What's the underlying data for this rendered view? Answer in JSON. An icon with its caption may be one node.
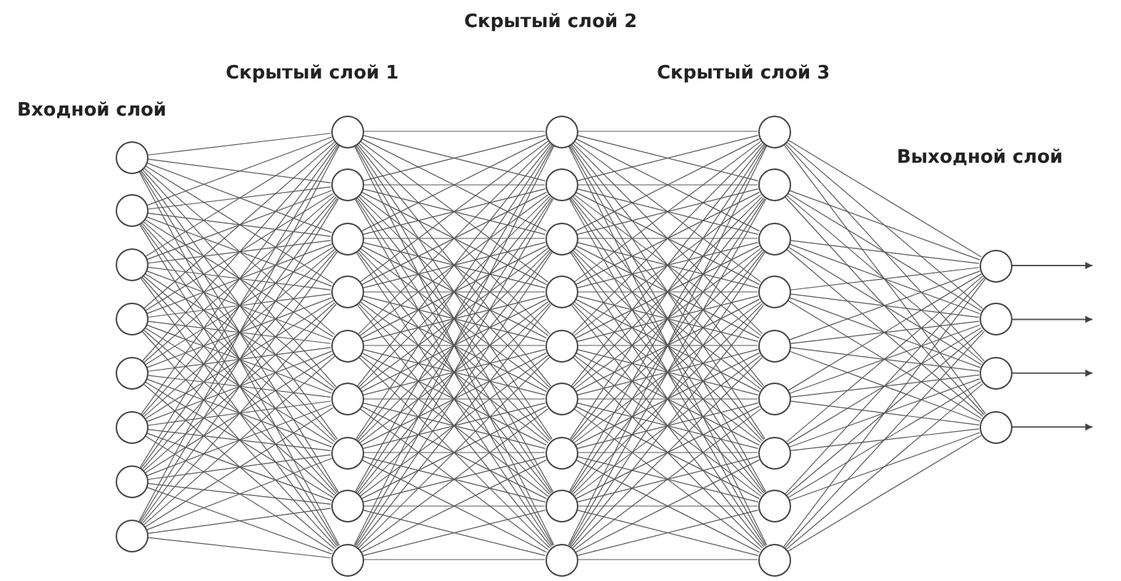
{
  "diagram": {
    "nodes": [
      {
        "text": [],
        "shape": "circle"
      },
      {
        "text": [],
        "shape": "circle"
      },
      {
        "text": [],
        "shape": "circle"
      },
      {
        "text": [],
        "shape": "circle"
      },
      {
        "text": [],
        "shape": "circle"
      },
      {
        "text": [],
        "shape": "circle"
      },
      {
        "text": [],
        "shape": "circle"
      },
      {
        "text": [],
        "shape": "circle"
      },
      {
        "text": [],
        "shape": "circle"
      },
      {
        "text": [],
        "shape": "circle"
      },
      {
        "text": [],
        "shape": "circle"
      },
      {
        "text": [],
        "shape": "circle"
      },
      {
        "text": [],
        "shape": "circle"
      },
      {
        "text": [],
        "shape": "circle"
      },
      {
        "text": [],
        "shape": "circle"
      },
      {
        "text": [],
        "shape": "circle"
      },
      {
        "text": [],
        "shape": "circle"
      },
      {
        "text": [],
        "shape": "circle"
      },
      {
        "text": [],
        "shape": "circle"
      },
      {
        "text": [],
        "shape": "circle"
      },
      {
        "text": [],
        "shape": "circle"
      },
      {
        "text": [],
        "shape": "circle"
      },
      {
        "text": [],
        "shape": "circle"
      },
      {
        "text": [],
        "shape": "circle"
      },
      {
        "text": [],
        "shape": "circle"
      },
      {
        "text": [],
        "shape": "circle"
      },
      {
        "text": [],
        "shape": "circle"
      },
      {
        "text": [],
        "shape": "circle"
      },
      {
        "text": [],
        "shape": "circle"
      },
      {
        "text": [],
        "shape": "circle"
      },
      {
        "text": [],
        "shape": "circle"
      },
      {
        "text": [],
        "shape": "circle"
      },
      {
        "text": [],
        "shape": "circle"
      },
      {
        "text": [],
        "shape": "circle"
      },
      {
        "text": [],
        "shape": "circle"
      },
      {
        "text": [],
        "shape": "circle"
      },
      {
        "text": [],
        "shape": "circle"
      },
      {
        "text": [],
        "shape": "circle"
      },
      {
        "text": [],
        "shape": "circle"
      }
    ],
    "edges": [
      {
        "from": 0,
        "to": 8,
        "arrow": "none"
      },
      {
        "from": 0,
        "to": 9,
        "arrow": "none"
      },
      {
        "from": 0,
        "to": 10,
        "arrow": "none"
      },
      {
        "from": 0,
        "to": 11,
        "arrow": "none"
      },
      {
        "from": 0,
        "to": 12,
        "arrow": "none"
      },
      {
        "from": 0,
        "to": 13,
        "arrow": "none"
      },
      {
        "from": 0,
        "to": 14,
        "arrow": "none"
      },
      {
        "from": 0,
        "to": 15,
        "arrow": "none"
      },
      {
        "from": 0,
        "to": 16,
        "arrow": "none"
      },
      {
        "from": 1,
        "to": 8,
        "arrow": "none"
      },
      {
        "from": 1,
        "to": 9,
        "arrow": "none"
      },
      {
        "from": 1,
        "to": 10,
        "arrow": "none"
      },
      {
        "from": 1,
        "to": 11,
        "arrow": "none"
      },
      {
        "from": 1,
        "to": 12,
        "arrow": "none"
      },
      {
        "from": 1,
        "to": 13,
        "arrow": "none"
      },
      {
        "from": 1,
        "to": 14,
        "arrow": "none"
      },
      {
        "from": 1,
        "to": 15,
        "arrow": "none"
      },
      {
        "from": 1,
        "to": 16,
        "arrow": "none"
      },
      {
        "from": 2,
        "to": 8,
        "arrow": "none"
      },
      {
        "from": 2,
        "to": 9,
        "arrow": "none"
      },
      {
        "from": 2,
        "to": 10,
        "arrow": "none"
      },
      {
        "from": 2,
        "to": 11,
        "arrow": "none"
      },
      {
        "from": 2,
        "to": 12,
        "arrow": "none"
      },
      {
        "from": 2,
        "to": 13,
        "arrow": "none"
      },
      {
        "from": 2,
        "to": 14,
        "arrow": "none"
      },
      {
        "from": 2,
        "to": 15,
        "arrow": "none"
      },
      {
        "from": 2,
        "to": 16,
        "arrow": "none"
      },
      {
        "from": 3,
        "to": 8,
        "arrow": "none"
      },
      {
        "from": 3,
        "to": 9,
        "arrow": "none"
      },
      {
        "from": 3,
        "to": 10,
        "arrow": "none"
      },
      {
        "from": 3,
        "to": 11,
        "arrow": "none"
      },
      {
        "from": 3,
        "to": 12,
        "arrow": "none"
      },
      {
        "from": 3,
        "to": 13,
        "arrow": "none"
      },
      {
        "from": 3,
        "to": 14,
        "arrow": "none"
      },
      {
        "from": 3,
        "to": 15,
        "arrow": "none"
      },
      {
        "from": 3,
        "to": 16,
        "arrow": "none"
      },
      {
        "from": 4,
        "to": 8,
        "arrow": "none"
      },
      {
        "from": 4,
        "to": 9,
        "arrow": "none"
      },
      {
        "from": 4,
        "to": 10,
        "arrow": "none"
      },
      {
        "from": 4,
        "to": 11,
        "arrow": "none"
      },
      {
        "from": 4,
        "to": 12,
        "arrow": "none"
      },
      {
        "from": 4,
        "to": 13,
        "arrow": "none"
      },
      {
        "from": 4,
        "to": 14,
        "arrow": "none"
      },
      {
        "from": 4,
        "to": 15,
        "arrow": "none"
      },
      {
        "from": 4,
        "to": 16,
        "arrow": "none"
      },
      {
        "from": 5,
        "to": 8,
        "arrow": "none"
      },
      {
        "from": 5,
        "to": 9,
        "arrow": "none"
      },
      {
        "from": 5,
        "to": 10,
        "arrow": "none"
      },
      {
        "from": 5,
        "to": 11,
        "arrow": "none"
      },
      {
        "from": 5,
        "to": 12,
        "arrow": "none"
      },
      {
        "from": 5,
        "to": 13,
        "arrow": "none"
      },
      {
        "from": 5,
        "to": 14,
        "arrow": "none"
      },
      {
        "from": 5,
        "to": 15,
        "arrow": "none"
      },
      {
        "from": 5,
        "to": 16,
        "arrow": "none"
      },
      {
        "from": 6,
        "to": 8,
        "arrow": "none"
      },
      {
        "from": 6,
        "to": 9,
        "arrow": "none"
      },
      {
        "from": 6,
        "to": 10,
        "arrow": "none"
      },
      {
        "from": 6,
        "to": 11,
        "arrow": "none"
      },
      {
        "from": 6,
        "to": 12,
        "arrow": "none"
      },
      {
        "from": 6,
        "to": 13,
        "arrow": "none"
      },
      {
        "from": 6,
        "to": 14,
        "arrow": "none"
      },
      {
        "from": 6,
        "to": 15,
        "arrow": "none"
      },
      {
        "from": 6,
        "to": 16,
        "arrow": "none"
      },
      {
        "from": 7,
        "to": 8,
        "arrow": "none"
      },
      {
        "from": 7,
        "to": 9,
        "arrow": "none"
      },
      {
        "from": 7,
        "to": 10,
        "arrow": "none"
      },
      {
        "from": 7,
        "to": 11,
        "arrow": "none"
      },
      {
        "from": 7,
        "to": 12,
        "arrow": "none"
      },
      {
        "from": 7,
        "to": 13,
        "arrow": "none"
      },
      {
        "from": 7,
        "to": 14,
        "arrow": "none"
      },
      {
        "from": 7,
        "to": 15,
        "arrow": "none"
      },
      {
        "from": 7,
        "to": 16,
        "arrow": "none"
      },
      {
        "from": 8,
        "to": 17,
        "arrow": "none"
      },
      {
        "from": 8,
        "to": 18,
        "arrow": "none"
      },
      {
        "from": 8,
        "to": 19,
        "arrow": "none"
      },
      {
        "from": 8,
        "to": 20,
        "arrow": "none"
      },
      {
        "from": 8,
        "to": 21,
        "arrow": "none"
      },
      {
        "from": 8,
        "to": 22,
        "arrow": "none"
      },
      {
        "from": 8,
        "to": 23,
        "arrow": "none"
      },
      {
        "from": 8,
        "to": 24,
        "arrow": "none"
      },
      {
        "from": 8,
        "to": 25,
        "arrow": "none"
      },
      {
        "from": 9,
        "to": 17,
        "arrow": "none"
      },
      {
        "from": 9,
        "to": 18,
        "arrow": "none"
      },
      {
        "from": 9,
        "to": 19,
        "arrow": "none"
      },
      {
        "from": 9,
        "to": 20,
        "arrow": "none"
      },
      {
        "from": 9,
        "to": 21,
        "arrow": "none"
      },
      {
        "from": 9,
        "to": 22,
        "arrow": "none"
      },
      {
        "from": 9,
        "to": 23,
        "arrow": "none"
      },
      {
        "from": 9,
        "to": 24,
        "arrow": "none"
      },
      {
        "from": 9,
        "to": 25,
        "arrow": "none"
      },
      {
        "from": 10,
        "to": 17,
        "arrow": "none"
      },
      {
        "from": 10,
        "to": 18,
        "arrow": "none"
      },
      {
        "from": 10,
        "to": 19,
        "arrow": "none"
      },
      {
        "from": 10,
        "to": 20,
        "arrow": "none"
      },
      {
        "from": 10,
        "to": 21,
        "arrow": "none"
      },
      {
        "from": 10,
        "to": 22,
        "arrow": "none"
      },
      {
        "from": 10,
        "to": 23,
        "arrow": "none"
      },
      {
        "from": 10,
        "to": 24,
        "arrow": "none"
      },
      {
        "from": 10,
        "to": 25,
        "arrow": "none"
      },
      {
        "from": 11,
        "to": 17,
        "arrow": "none"
      },
      {
        "from": 11,
        "to": 18,
        "arrow": "none"
      },
      {
        "from": 11,
        "to": 19,
        "arrow": "none"
      },
      {
        "from": 11,
        "to": 20,
        "arrow": "none"
      },
      {
        "from": 11,
        "to": 21,
        "arrow": "none"
      },
      {
        "from": 11,
        "to": 22,
        "arrow": "none"
      },
      {
        "from": 11,
        "to": 23,
        "arrow": "none"
      },
      {
        "from": 11,
        "to": 24,
        "arrow": "none"
      },
      {
        "from": 11,
        "to": 25,
        "arrow": "none"
      },
      {
        "from": 12,
        "to": 17,
        "arrow": "none"
      },
      {
        "from": 12,
        "to": 18,
        "arrow": "none"
      },
      {
        "from": 12,
        "to": 19,
        "arrow": "none"
      },
      {
        "from": 12,
        "to": 20,
        "arrow": "none"
      },
      {
        "from": 12,
        "to": 21,
        "arrow": "none"
      },
      {
        "from": 12,
        "to": 22,
        "arrow": "none"
      },
      {
        "from": 12,
        "to": 23,
        "arrow": "none"
      },
      {
        "from": 12,
        "to": 24,
        "arrow": "none"
      },
      {
        "from": 12,
        "to": 25,
        "arrow": "none"
      },
      {
        "from": 13,
        "to": 17,
        "arrow": "none"
      },
      {
        "from": 13,
        "to": 18,
        "arrow": "none"
      },
      {
        "from": 13,
        "to": 19,
        "arrow": "none"
      },
      {
        "from": 13,
        "to": 20,
        "arrow": "none"
      },
      {
        "from": 13,
        "to": 21,
        "arrow": "none"
      },
      {
        "from": 13,
        "to": 22,
        "arrow": "none"
      },
      {
        "from": 13,
        "to": 23,
        "arrow": "none"
      },
      {
        "from": 13,
        "to": 24,
        "arrow": "none"
      },
      {
        "from": 13,
        "to": 25,
        "arrow": "none"
      },
      {
        "from": 14,
        "to": 17,
        "arrow": "none"
      },
      {
        "from": 14,
        "to": 18,
        "arrow": "none"
      },
      {
        "from": 14,
        "to": 19,
        "arrow": "none"
      },
      {
        "from": 14,
        "to": 20,
        "arrow": "none"
      },
      {
        "from": 14,
        "to": 21,
        "arrow": "none"
      },
      {
        "from": 14,
        "to": 22,
        "arrow": "none"
      },
      {
        "from": 14,
        "to": 23,
        "arrow": "none"
      },
      {
        "from": 14,
        "to": 24,
        "arrow": "none"
      },
      {
        "from": 14,
        "to": 25,
        "arrow": "none"
      },
      {
        "from": 15,
        "to": 17,
        "arrow": "none"
      },
      {
        "from": 15,
        "to": 18,
        "arrow": "none"
      },
      {
        "from": 15,
        "to": 19,
        "arrow": "none"
      },
      {
        "from": 15,
        "to": 20,
        "arrow": "none"
      },
      {
        "from": 15,
        "to": 21,
        "arrow": "none"
      },
      {
        "from": 15,
        "to": 22,
        "arrow": "none"
      },
      {
        "from": 15,
        "to": 23,
        "arrow": "none"
      },
      {
        "from": 15,
        "to": 24,
        "arrow": "none"
      },
      {
        "from": 15,
        "to": 25,
        "arrow": "none"
      },
      {
        "from": 16,
        "to": 17,
        "arrow": "none"
      },
      {
        "from": 16,
        "to": 18,
        "arrow": "none"
      },
      {
        "from": 16,
        "to": 19,
        "arrow": "none"
      },
      {
        "from": 16,
        "to": 20,
        "arrow": "none"
      },
      {
        "from": 16,
        "to": 21,
        "arrow": "none"
      },
      {
        "from": 16,
        "to": 22,
        "arrow": "none"
      },
      {
        "from": 16,
        "to": 23,
        "arrow": "none"
      },
      {
        "from": 16,
        "to": 24,
        "arrow": "none"
      },
      {
        "from": 16,
        "to": 25,
        "arrow": "none"
      },
      {
        "from": 17,
        "to": 26,
        "arrow": "none"
      },
      {
        "from": 17,
        "to": 27,
        "arrow": "none"
      },
      {
        "from": 17,
        "to": 28,
        "arrow": "none"
      },
      {
        "from": 17,
        "to": 29,
        "arrow": "none"
      },
      {
        "from": 17,
        "to": 30,
        "arrow": "none"
      },
      {
        "from": 17,
        "to": 31,
        "arrow": "none"
      },
      {
        "from": 17,
        "to": 32,
        "arrow": "none"
      },
      {
        "from": 17,
        "to": 33,
        "arrow": "none"
      },
      {
        "from": 17,
        "to": 34,
        "arrow": "none"
      },
      {
        "from": 18,
        "to": 26,
        "arrow": "none"
      },
      {
        "from": 18,
        "to": 27,
        "arrow": "none"
      },
      {
        "from": 18,
        "to": 28,
        "arrow": "none"
      },
      {
        "from": 18,
        "to": 29,
        "arrow": "none"
      },
      {
        "from": 18,
        "to": 30,
        "arrow": "none"
      },
      {
        "from": 18,
        "to": 31,
        "arrow": "none"
      },
      {
        "from": 18,
        "to": 32,
        "arrow": "none"
      },
      {
        "from": 18,
        "to": 33,
        "arrow": "none"
      },
      {
        "from": 18,
        "to": 34,
        "arrow": "none"
      },
      {
        "from": 19,
        "to": 26,
        "arrow": "none"
      },
      {
        "from": 19,
        "to": 27,
        "arrow": "none"
      },
      {
        "from": 19,
        "to": 28,
        "arrow": "none"
      },
      {
        "from": 19,
        "to": 29,
        "arrow": "none"
      },
      {
        "from": 19,
        "to": 30,
        "arrow": "none"
      },
      {
        "from": 19,
        "to": 31,
        "arrow": "none"
      },
      {
        "from": 19,
        "to": 32,
        "arrow": "none"
      },
      {
        "from": 19,
        "to": 33,
        "arrow": "none"
      },
      {
        "from": 19,
        "to": 34,
        "arrow": "none"
      },
      {
        "from": 20,
        "to": 26,
        "arrow": "none"
      },
      {
        "from": 20,
        "to": 27,
        "arrow": "none"
      },
      {
        "from": 20,
        "to": 28,
        "arrow": "none"
      },
      {
        "from": 20,
        "to": 29,
        "arrow": "none"
      },
      {
        "from": 20,
        "to": 30,
        "arrow": "none"
      },
      {
        "from": 20,
        "to": 31,
        "arrow": "none"
      },
      {
        "from": 20,
        "to": 32,
        "arrow": "none"
      },
      {
        "from": 20,
        "to": 33,
        "arrow": "none"
      },
      {
        "from": 20,
        "to": 34,
        "arrow": "none"
      },
      {
        "from": 21,
        "to": 26,
        "arrow": "none"
      },
      {
        "from": 21,
        "to": 27,
        "arrow": "none"
      },
      {
        "from": 21,
        "to": 28,
        "arrow": "none"
      },
      {
        "from": 21,
        "to": 29,
        "arrow": "none"
      },
      {
        "from": 21,
        "to": 30,
        "arrow": "none"
      },
      {
        "from": 21,
        "to": 31,
        "arrow": "none"
      },
      {
        "from": 21,
        "to": 32,
        "arrow": "none"
      },
      {
        "from": 21,
        "to": 33,
        "arrow": "none"
      },
      {
        "from": 21,
        "to": 34,
        "arrow": "none"
      },
      {
        "from": 22,
        "to": 26,
        "arrow": "none"
      },
      {
        "from": 22,
        "to": 27,
        "arrow": "none"
      },
      {
        "from": 22,
        "to": 28,
        "arrow": "none"
      },
      {
        "from": 22,
        "to": 29,
        "arrow": "none"
      },
      {
        "from": 22,
        "to": 30,
        "arrow": "none"
      },
      {
        "from": 22,
        "to": 31,
        "arrow": "none"
      },
      {
        "from": 22,
        "to": 32,
        "arrow": "none"
      },
      {
        "from": 22,
        "to": 33,
        "arrow": "none"
      },
      {
        "from": 22,
        "to": 34,
        "arrow": "none"
      },
      {
        "from": 23,
        "to": 26,
        "arrow": "none"
      },
      {
        "from": 23,
        "to": 27,
        "arrow": "none"
      },
      {
        "from": 23,
        "to": 28,
        "arrow": "none"
      },
      {
        "from": 23,
        "to": 29,
        "arrow": "none"
      },
      {
        "from": 23,
        "to": 30,
        "arrow": "none"
      },
      {
        "from": 23,
        "to": 31,
        "arrow": "none"
      },
      {
        "from": 23,
        "to": 32,
        "arrow": "none"
      },
      {
        "from": 23,
        "to": 33,
        "arrow": "none"
      },
      {
        "from": 23,
        "to": 34,
        "arrow": "none"
      },
      {
        "from": 24,
        "to": 26,
        "arrow": "none"
      },
      {
        "from": 24,
        "to": 27,
        "arrow": "none"
      },
      {
        "from": 24,
        "to": 28,
        "arrow": "none"
      },
      {
        "from": 24,
        "to": 29,
        "arrow": "none"
      },
      {
        "from": 24,
        "to": 30,
        "arrow": "none"
      },
      {
        "from": 24,
        "to": 31,
        "arrow": "none"
      },
      {
        "from": 24,
        "to": 32,
        "arrow": "none"
      },
      {
        "from": 24,
        "to": 33,
        "arrow": "none"
      },
      {
        "from": 24,
        "to": 34,
        "arrow": "none"
      },
      {
        "from": 25,
        "to": 26,
        "arrow": "none"
      },
      {
        "from": 25,
        "to": 27,
        "arrow": "none"
      },
      {
        "from": 25,
        "to": 28,
        "arrow": "none"
      },
      {
        "from": 25,
        "to": 29,
        "arrow": "none"
      },
      {
        "from": 25,
        "to": 30,
        "arrow": "none"
      },
      {
        "from": 25,
        "to": 31,
        "arrow": "none"
      },
      {
        "from": 25,
        "to": 32,
        "arrow": "none"
      },
      {
        "from": 25,
        "to": 33,
        "arrow": "none"
      },
      {
        "from": 25,
        "to": 34,
        "arrow": "none"
      },
      {
        "from": 26,
        "to": 35,
        "arrow": "none"
      },
      {
        "from": 26,
        "to": 36,
        "arrow": "none"
      },
      {
        "from": 26,
        "to": 37,
        "arrow": "none"
      },
      {
        "from": 26,
        "to": 38,
        "arrow": "none"
      },
      {
        "from": 27,
        "to": 35,
        "arrow": "none"
      },
      {
        "from": 27,
        "to": 36,
        "arrow": "none"
      },
      {
        "from": 27,
        "to": 37,
        "arrow": "none"
      },
      {
        "from": 27,
        "to": 38,
        "arrow": "none"
      },
      {
        "from": 28,
        "to": 35,
        "arrow": "none"
      },
      {
        "from": 28,
        "to": 36,
        "arrow": "none"
      },
      {
        "from": 28,
        "to": 37,
        "arrow": "none"
      },
      {
        "from": 28,
        "to": 38,
        "arrow": "none"
      },
      {
        "from": 29,
        "to": 35,
        "arrow": "none"
      },
      {
        "from": 29,
        "to": 36,
        "arrow": "none"
      },
      {
        "from": 29,
        "to": 37,
        "arrow": "none"
      },
      {
        "from": 29,
        "to": 38,
        "arrow": "none"
      },
      {
        "from": 30,
        "to": 35,
        "arrow": "none"
      },
      {
        "from": 30,
        "to": 36,
        "arrow": "none"
      },
      {
        "from": 30,
        "to": 37,
        "arrow": "none"
      },
      {
        "from": 30,
        "to": 38,
        "arrow": "none"
      },
      {
        "from": 31,
        "to": 35,
        "arrow": "none"
      },
      {
        "from": 31,
        "to": 36,
        "arrow": "none"
      },
      {
        "from": 31,
        "to": 37,
        "arrow": "none"
      },
      {
        "from": 31,
        "to": 38,
        "arrow": "none"
      },
      {
        "from": 32,
        "to": 35,
        "arrow": "none"
      },
      {
        "from": 32,
        "to": 36,
        "arrow": "none"
      },
      {
        "from": 32,
        "to": 37,
        "arrow": "none"
      },
      {
        "from": 32,
        "to": 38,
        "arrow": "none"
      },
      {
        "from": 33,
        "to": 35,
        "arrow": "none"
      },
      {
        "from": 33,
        "to": 36,
        "arrow": "none"
      },
      {
        "from": 33,
        "to": 37,
        "arrow": "none"
      },
      {
        "from": 33,
        "to": 38,
        "arrow": "none"
      },
      {
        "from": 34,
        "to": 35,
        "arrow": "none"
      },
      {
        "from": 34,
        "to": 36,
        "arrow": "none"
      },
      {
        "from": 34,
        "to": 37,
        "arrow": "none"
      },
      {
        "from": 34,
        "to": 38,
        "arrow": "none"
      },
      {
        "from": 35,
        "to": null,
        "arrow": "to"
      },
      {
        "from": 36,
        "to": null,
        "arrow": "to"
      },
      {
        "from": 37,
        "to": null,
        "arrow": "to"
      },
      {
        "from": 38,
        "to": null,
        "arrow": "to"
      }
    ],
    "labels": [
      "Скрытый слой 2",
      "Скрытый слой 1",
      "Скрытый слой 3",
      "Входной слой",
      "Выходной слой"
    ]
  }
}
